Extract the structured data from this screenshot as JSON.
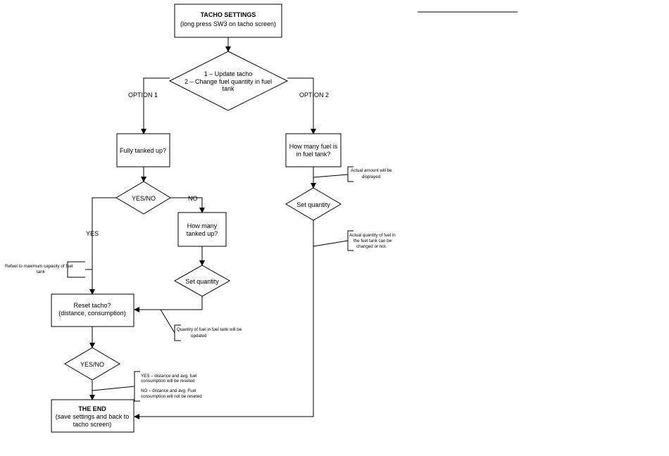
{
  "start": {
    "title": "TACHO SETTINGS",
    "subtitle": "(long press SW3 on tacho screen)"
  },
  "menu_decision": {
    "line1": "1 – Update tacho",
    "line2": "2 – Change fuel quantity in fuel",
    "line3": "tank"
  },
  "branches": {
    "option1": "OPTION 1",
    "option2": "OPTION 2",
    "yes": "YES",
    "no": "NO"
  },
  "fully_tanked": "Fully tanked up?",
  "yes_no_1": "YES/NO",
  "how_many_tanked": {
    "line1": "How many",
    "line2": "tanked up?"
  },
  "set_quantity_left": "Set quantity",
  "reset_tacho": {
    "line1": "Reset tacho?",
    "line2": "(distance, consumption)"
  },
  "yes_no_2": "YES/NO",
  "end": {
    "title": "THE END",
    "line2": "(save settings and back to",
    "line3": "tacho screen)"
  },
  "how_many_fuel": {
    "line1": "How many fuel is",
    "line2": "in fuel tank?"
  },
  "set_quantity_right": "Set quantity",
  "notes": {
    "refuel": {
      "line1": "Refuel to maximum capacity of fuel",
      "line2": "tank"
    },
    "quantity_updated": {
      "line1": "Quantity of fuel in fuel tank will be",
      "line2": "updated"
    },
    "reset_result": {
      "line1": "YES – distance and avg. fuel",
      "line2": "consumption will be reseted",
      "line3": "NO – distance and avg. Fuel",
      "line4": "consumption will not be reseted"
    },
    "actual_amount": {
      "line1": "Actual amount will be",
      "line2": "displayed"
    },
    "actual_quantity": {
      "line1": "Actual quantity of fuel in",
      "line2": "the fuel tank can be",
      "line3": "changed or not."
    }
  }
}
